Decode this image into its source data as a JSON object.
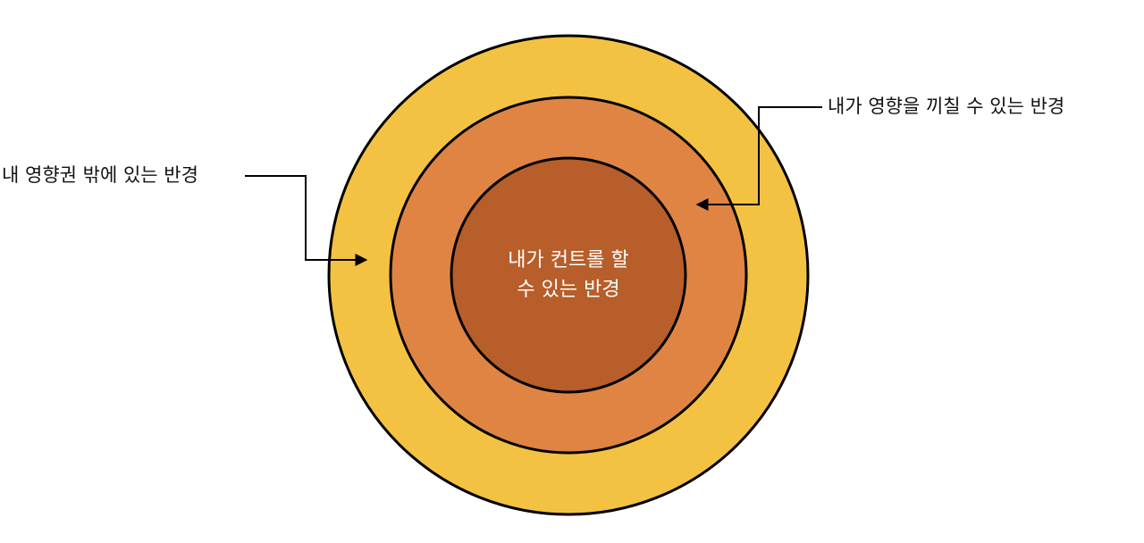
{
  "diagram": {
    "outer_label": "내 영향권 밖에 있는 반경",
    "middle_label": "내가 영향을 끼칠 수 있는 반경",
    "center_label_line1": "내가 컨트롤 할",
    "center_label_line2": "수 있는 반경"
  },
  "colors": {
    "outer_ring": "#F4C242",
    "middle_ring": "#E08444",
    "inner_circle": "#B75E2A",
    "stroke": "#000000",
    "center_text": "#FFFFFF"
  }
}
